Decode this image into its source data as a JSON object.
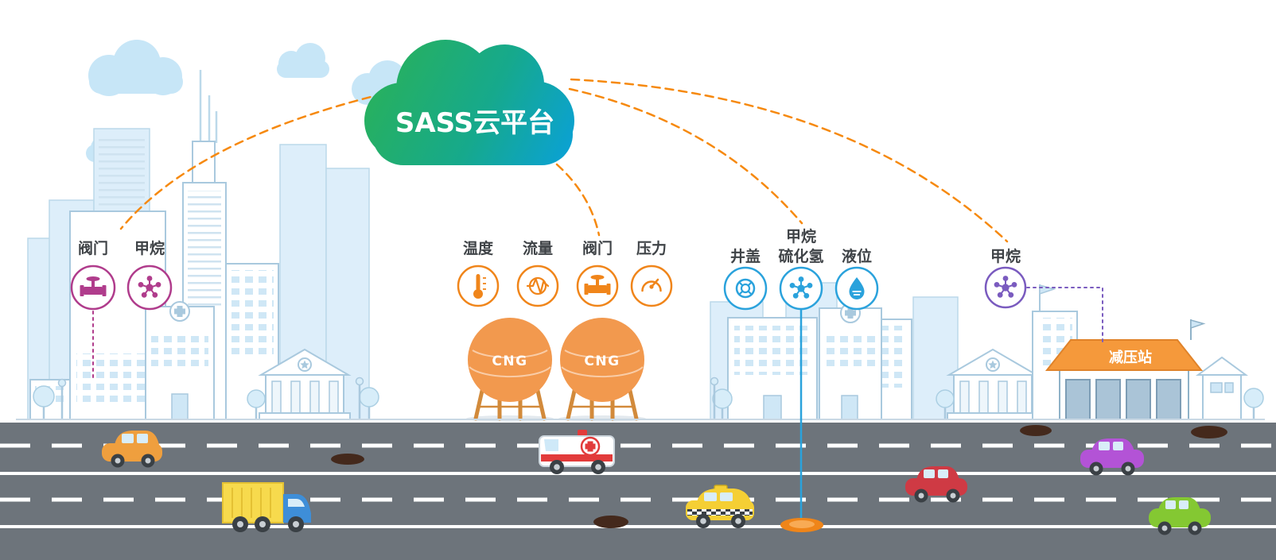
{
  "scene": {
    "cloud_label": "SASS云平台",
    "tank1_label": "CNG",
    "tank2_label": "CNG",
    "station_label": "减压站"
  },
  "groups": {
    "city": {
      "items": [
        {
          "label": "阀门",
          "icon": "valve-icon"
        },
        {
          "label": "甲烷",
          "icon": "methane-molecule-icon"
        }
      ]
    },
    "cng": {
      "items": [
        {
          "label": "温度",
          "icon": "thermometer-icon"
        },
        {
          "label": "流量",
          "icon": "flow-meter-icon"
        },
        {
          "label": "阀门",
          "icon": "valve-icon"
        },
        {
          "label": "压力",
          "icon": "pressure-gauge-icon"
        }
      ]
    },
    "manhole": {
      "items": [
        {
          "label": "井盖",
          "icon": "manhole-cover-icon"
        },
        {
          "label": "甲烷",
          "label2": "硫化氢",
          "icon": "methane-molecule-icon"
        },
        {
          "label": "液位",
          "icon": "liquid-level-icon"
        }
      ]
    },
    "station": {
      "items": [
        {
          "label": "甲烷",
          "icon": "methane-molecule-icon"
        }
      ]
    }
  },
  "colors": {
    "magenta": "#b03c8c",
    "orange": "#f0851a",
    "blue": "#2aa2dc",
    "purple": "#7a5bbf",
    "link_orange": "#f6890e",
    "cloud_green": "#29b15a",
    "cloud_blue": "#0aa1d8",
    "tank_orange": "#f2994e",
    "roof_orange": "#f5993b",
    "road_gray": "#6d747b"
  }
}
